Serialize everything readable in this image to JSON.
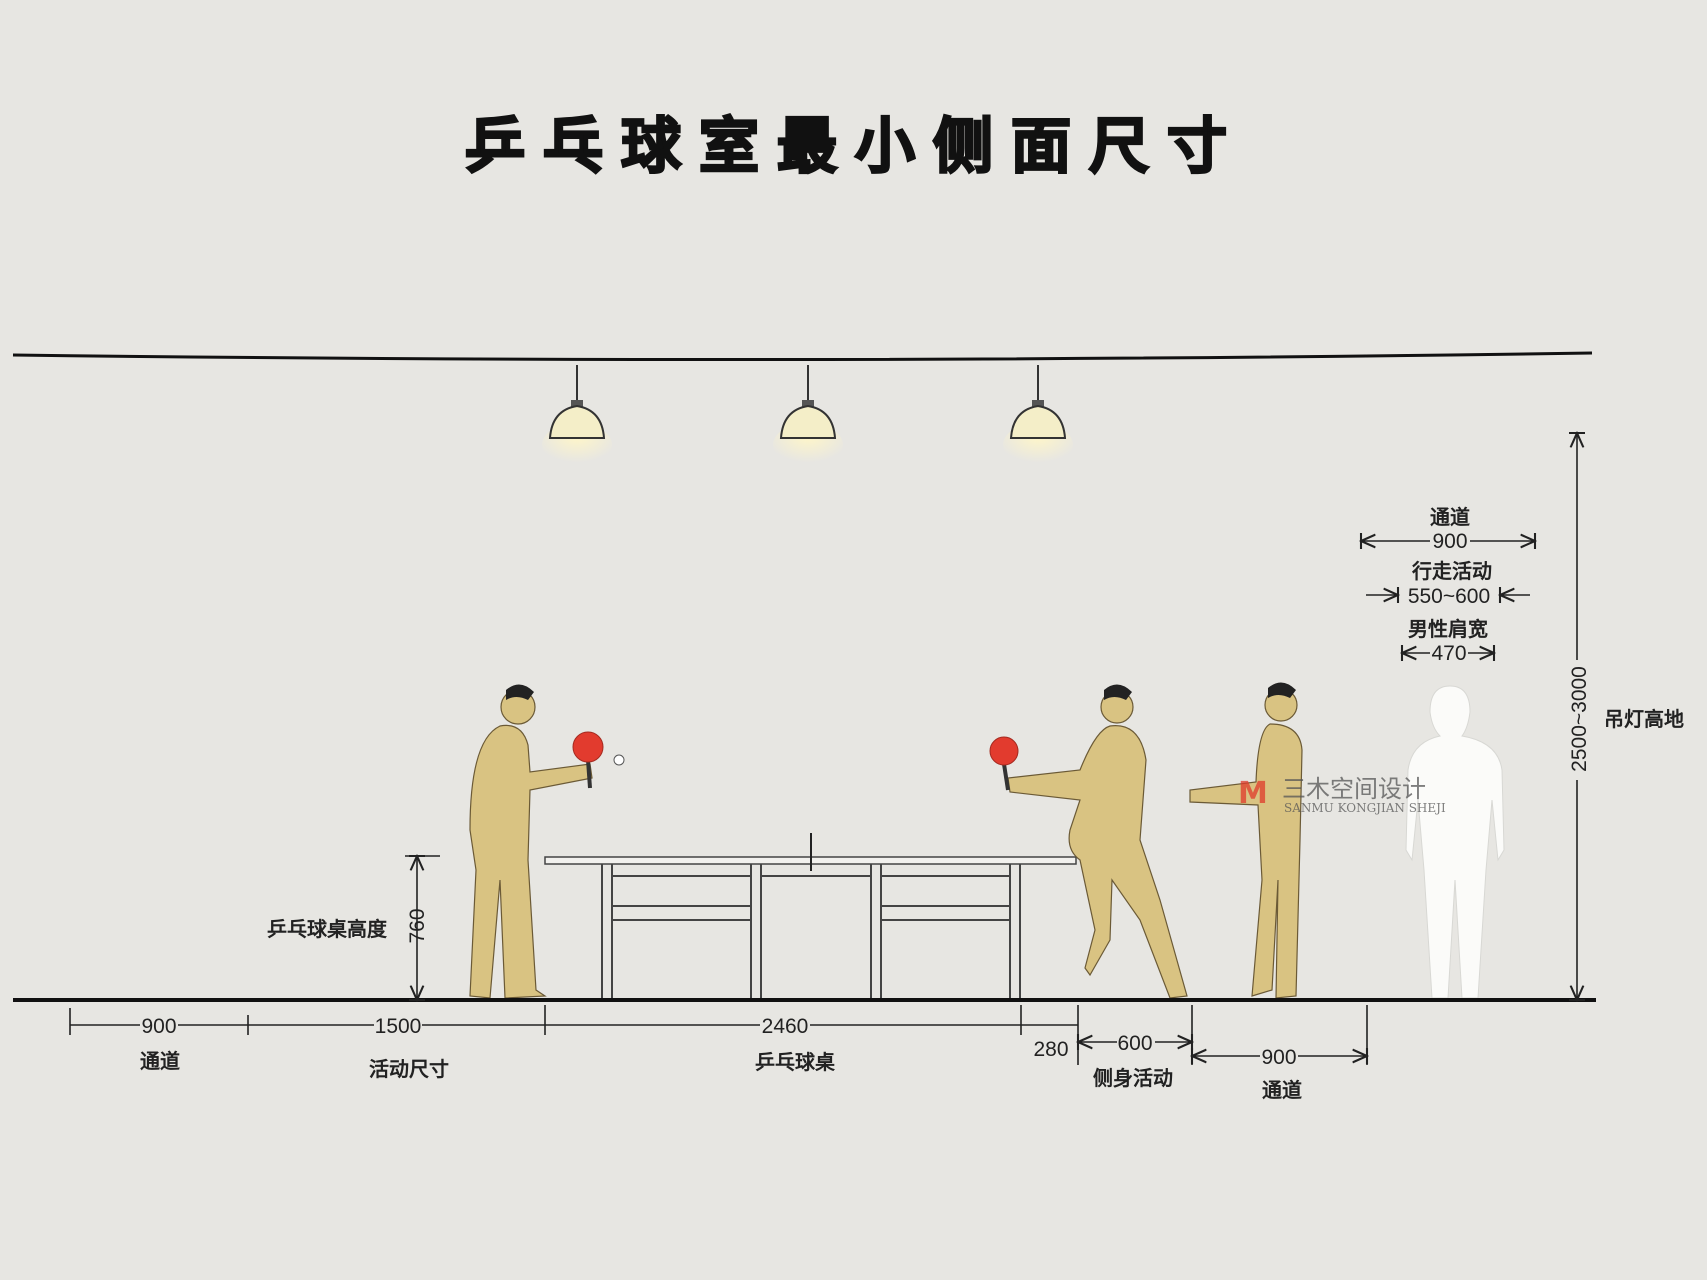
{
  "title": "乒乓球室最小侧面尺寸",
  "colors": {
    "background": "#e7e6e2",
    "figure": "#d9c382",
    "paddle": "#e23b2e",
    "line": "#222222"
  },
  "bottom_dimensions": [
    {
      "value": "900",
      "label": "通道"
    },
    {
      "value": "1500",
      "label": "活动尺寸"
    },
    {
      "value": "2460",
      "label": "乒乓球桌"
    },
    {
      "value": "280",
      "label": ""
    },
    {
      "value": "600",
      "label": "侧身活动"
    },
    {
      "value": "900",
      "label": "通道"
    }
  ],
  "table_height": {
    "value": "760",
    "label": "乒乓球桌高度"
  },
  "lamp_height": {
    "value": "2500~3000",
    "label": "吊灯高地"
  },
  "right_annotations": {
    "aisle_label": "通道",
    "aisle_value": "900",
    "walking_label": "行走活动",
    "walking_value": "550~600",
    "shoulder_label": "男性肩宽",
    "shoulder_value": "470"
  },
  "watermark": {
    "cn": "三木空间设计",
    "en": "SANMU KONGJIAN SHEJI"
  }
}
